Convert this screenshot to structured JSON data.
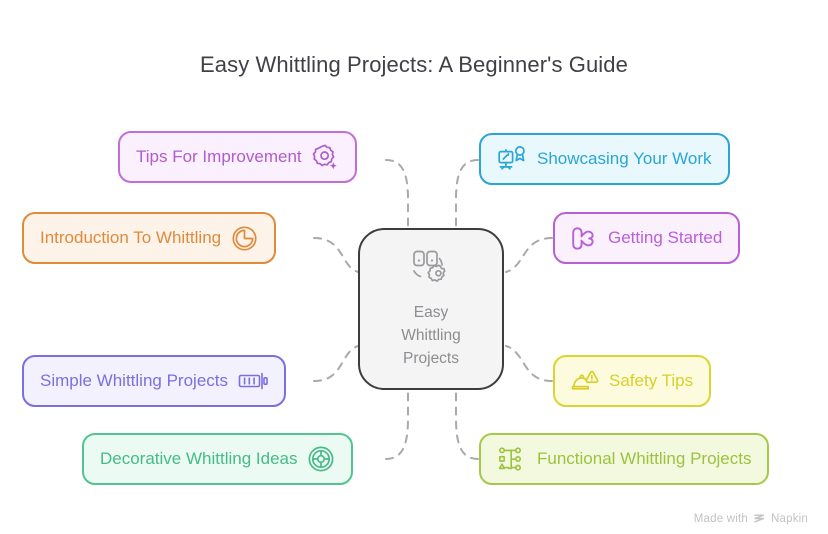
{
  "page": {
    "title": "Easy Whittling Projects: A Beginner's Guide",
    "background_color": "#ffffff",
    "title_color": "#3f4147"
  },
  "center": {
    "label_lines": [
      "Easy",
      "Whittling",
      "Projects"
    ],
    "label_full": "Easy Whittling Projects",
    "icon": "device-gear-icon",
    "border_color": "#3d3d3f",
    "fill_color": "#f4f4f4",
    "text_color": "#8d8d92"
  },
  "connectors": {
    "style": "dashed",
    "color": "#a8a8ad",
    "dash": "7 7",
    "width": 2
  },
  "branches": [
    {
      "id": "tips-for-improvement",
      "label": "Tips For Improvement",
      "icon": "gear-sparkle-icon",
      "icon_side": "right",
      "color": "#b05ccd",
      "border_color": "#c06fd8",
      "fill_color": "#fbf0fd",
      "side": "left"
    },
    {
      "id": "introduction-to-whittling",
      "label": "Introduction To Whittling",
      "icon": "pie-chart-circle-icon",
      "icon_side": "right",
      "color": "#e08a3c",
      "border_color": "#e08a3c",
      "fill_color": "#fdf3e9",
      "side": "left"
    },
    {
      "id": "simple-whittling-projects",
      "label": "Simple Whittling Projects",
      "icon": "battery-bars-icon",
      "icon_side": "right",
      "color": "#7b6fe0",
      "border_color": "#7b6fe0",
      "fill_color": "#f3f1fd",
      "side": "left"
    },
    {
      "id": "decorative-whittling-ideas",
      "label": "Decorative Whittling Ideas",
      "icon": "lifebuoy-wheel-icon",
      "icon_side": "right",
      "color": "#48bb89",
      "border_color": "#53c391",
      "fill_color": "#ebfaf2",
      "side": "left"
    },
    {
      "id": "showcasing-your-work",
      "label": "Showcasing Your Work",
      "icon": "easel-award-icon",
      "icon_side": "left",
      "color": "#2ba5d4",
      "border_color": "#2ba5d4",
      "fill_color": "#e8f8fd",
      "side": "right"
    },
    {
      "id": "getting-started",
      "label": "Getting Started",
      "icon": "blob-k-icon",
      "icon_side": "left",
      "color": "#b95fda",
      "border_color": "#b95fda",
      "fill_color": "#fbf1fd",
      "side": "right"
    },
    {
      "id": "safety-tips",
      "label": "Safety Tips",
      "icon": "hardhat-warning-icon",
      "icon_side": "left",
      "color": "#d9cf2a",
      "border_color": "#ded430",
      "fill_color": "#fdfbdd",
      "side": "right"
    },
    {
      "id": "functional-whittling-projects",
      "label": "Functional Whittling Projects",
      "icon": "node-hierarchy-icon",
      "icon_side": "left",
      "color": "#9cc23e",
      "border_color": "#a6c94a",
      "fill_color": "#f3f9df",
      "side": "right"
    }
  ],
  "watermark": {
    "text_before": "Made with",
    "brand": "Napkin",
    "color": "#c3c3c6"
  }
}
